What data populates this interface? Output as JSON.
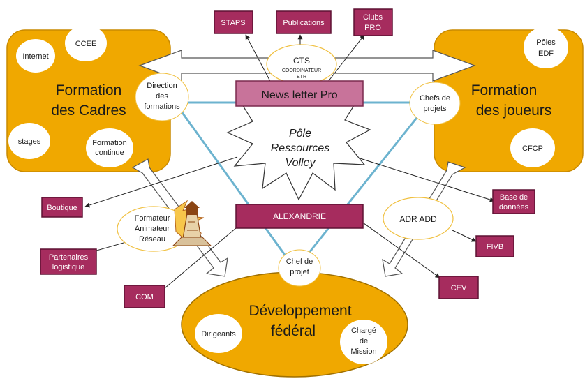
{
  "colors": {
    "orange": "#f0a800",
    "maroon": "#a62c5e",
    "newsletter": "#c8739a",
    "line_blue": "#6cb3cf"
  },
  "areas": {
    "cadres": {
      "title_line1": "Formation",
      "title_line2": "des Cadres",
      "items": {
        "internet": "Internet",
        "ccee": "CCEE",
        "stages": "stages",
        "formation_continue_1": "Formation",
        "formation_continue_2": "continue"
      }
    },
    "joueurs": {
      "title_line1": "Formation",
      "title_line2": "des joueurs",
      "items": {
        "poles_1": "Pôles",
        "poles_2": "EDF",
        "cfcp": "CFCP"
      }
    },
    "dev": {
      "title_line1": "Développement",
      "title_line2": "fédéral",
      "items": {
        "dirigeants": "Dirigeants",
        "charge_1": "Chargé",
        "charge_2": "de",
        "charge_3": "Mission"
      }
    }
  },
  "center": {
    "line1": "Pôle",
    "line2": "Ressources",
    "line3": "Volley"
  },
  "roles": {
    "direction_1": "Direction",
    "direction_2": "des",
    "direction_3": "formations",
    "chefs_1": "Chefs de",
    "chefs_2": "projets",
    "cts_1": "CTS",
    "cts_2": "COORDINATEUR",
    "cts_3": "ETR",
    "formateur_1": "Formateur",
    "formateur_2": "Animateur",
    "formateur_3": "Réseau",
    "adr": "ADR ADD",
    "chef_1": "Chef de",
    "chef_2": "projet"
  },
  "boxes": {
    "staps": "STAPS",
    "publications": "Publications",
    "clubs_1": "Clubs",
    "clubs_2": "PRO",
    "newsletter": "News letter Pro",
    "alexandrie": "ALEXANDRIE",
    "boutique": "Boutique",
    "partenaires_1": "Partenaires",
    "partenaires_2": "logistique",
    "com": "COM",
    "base_1": "Base de",
    "base_2": "données",
    "fivb": "FIVB",
    "cev": "CEV"
  },
  "icons": {
    "lighthouse": "lighthouse-icon"
  }
}
